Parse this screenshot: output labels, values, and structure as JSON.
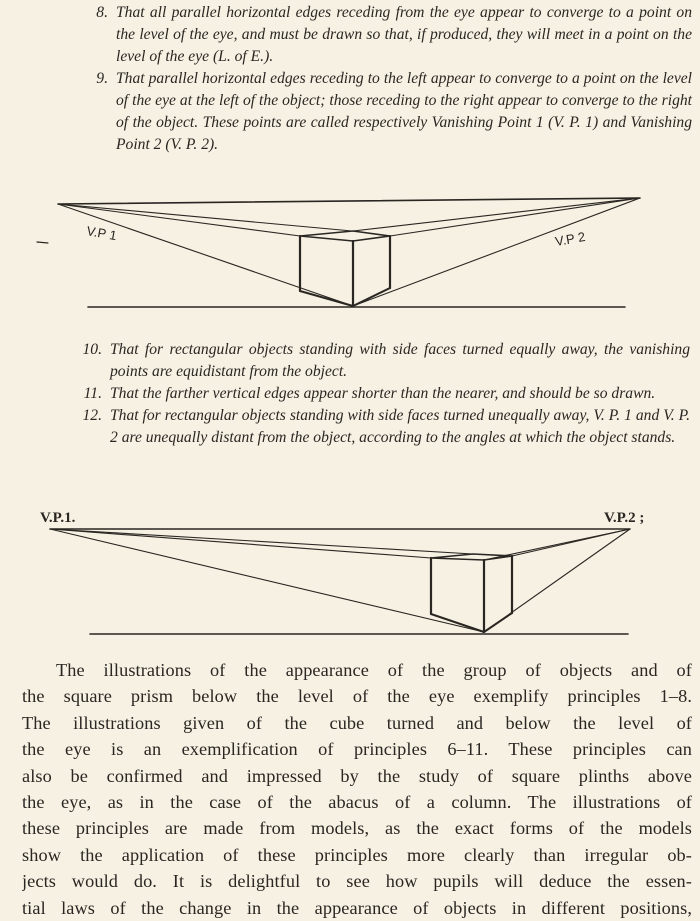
{
  "rules_top": [
    {
      "num": "8.",
      "text": "That all parallel horizontal edges receding from the eye appear to converge to a point on the level of the eye, and must be drawn so that, if produced, they will meet in a point on the level of the eye (L. of E.)."
    },
    {
      "num": "9.",
      "text": "That parallel horizontal edges receding to the left appear to converge to a point on the level of the eye at the left of the object; those receding to the right appear to converge to the right of the object. These points are called respectively Vanishing Point 1 (V. P. 1) and Vanishing Point 2 (V. P. 2)."
    }
  ],
  "figure1": {
    "vp1_label": "V.P 1",
    "vp2_label": "V.P 2"
  },
  "rules_mid": [
    {
      "num": "10.",
      "text": "That for rectangular objects standing with side faces turned equally away, the vanishing points are equidistant from the object."
    },
    {
      "num": "11.",
      "text": "That the farther vertical edges appear shorter than the nearer, and should be so drawn."
    },
    {
      "num": "12.",
      "text": "That for rectangular objects standing with side faces turned unequally away, V. P. 1 and V. P. 2 are unequally distant from the object, according to the angles at which the object stands."
    }
  ],
  "figure2": {
    "vp1_label": "V.P.1.",
    "vp2_label": "V.P.2 ;"
  },
  "prose_lines": [
    "The illustrations of the appearance of the group of objects and of",
    "the square prism below the level of the eye exemplify principles 1–8.",
    "The illustrations given of the cube turned and below the level of",
    "the eye is an exemplification of principles 6–11. These principles can",
    "also be confirmed and impressed by the study of square plinths above",
    "the eye, as in the case of the abacus of a column. The illustrations of",
    "these principles are made from models, as the exact forms of the models",
    "show the application of these principles more clearly than irregular ob-",
    "jects would do. It is delightful to see how pupils will deduce the essen-",
    "tial laws of the change in the appearance of objects in different positions,"
  ]
}
